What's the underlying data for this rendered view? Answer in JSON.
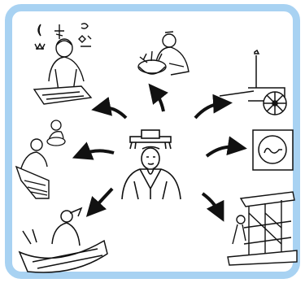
{
  "diagram": {
    "center": {
      "name": "ancient-ruler",
      "description_icon": "emperor-figure"
    },
    "panels": [
      {
        "id": "writing",
        "icon": "scribe-with-symbols-icon"
      },
      {
        "id": "agriculture",
        "icon": "farmer-with-basket-icon"
      },
      {
        "id": "transport",
        "icon": "chariot-icon"
      },
      {
        "id": "measurement",
        "icon": "compass-seal-icon"
      },
      {
        "id": "medicine-herbs",
        "icon": "herb-gatherer-icon"
      },
      {
        "id": "weaving",
        "icon": "weaver-icon"
      },
      {
        "id": "boats",
        "icon": "boat-builder-icon"
      },
      {
        "id": "building",
        "icon": "house-builder-icon"
      }
    ],
    "colors": {
      "frame": "#a8d2f2",
      "ink": "#111111",
      "background": "#ffffff"
    }
  }
}
